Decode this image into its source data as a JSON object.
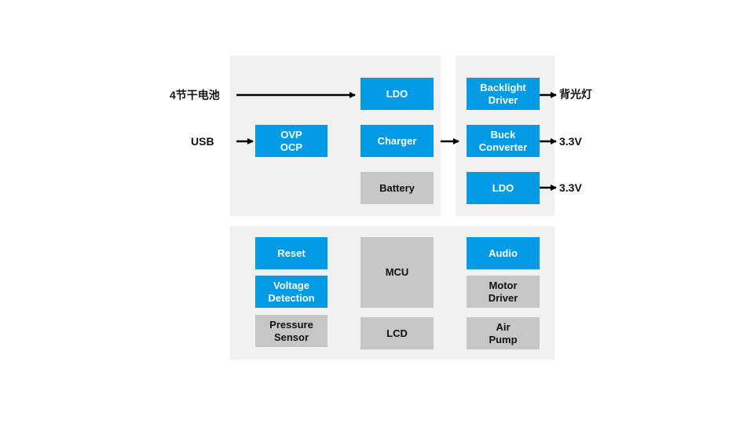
{
  "inputs": {
    "battery": "4节干电池",
    "usb": "USB"
  },
  "blocks": {
    "ovp_ocp": "OVP\nOCP",
    "ldo_main": "LDO",
    "charger": "Charger",
    "battery": "Battery",
    "backlight_driver": "Backlight\nDriver",
    "buck_converter": "Buck\nConverter",
    "ldo_out": "LDO",
    "reset": "Reset",
    "voltage_detection": "Voltage\nDetection",
    "pressure_sensor": "Pressure\nSensor",
    "mcu": "MCU",
    "lcd": "LCD",
    "audio": "Audio",
    "motor_driver": "Motor\nDriver",
    "air_pump": "Air\nPump"
  },
  "outputs": {
    "backlight": "背光灯",
    "buck_out": "3.3V",
    "ldo_out": "3.3V"
  },
  "colors": {
    "blue_block": "#039be5",
    "gray_block": "#c6c6c6",
    "panel": "#f1f1f1"
  }
}
